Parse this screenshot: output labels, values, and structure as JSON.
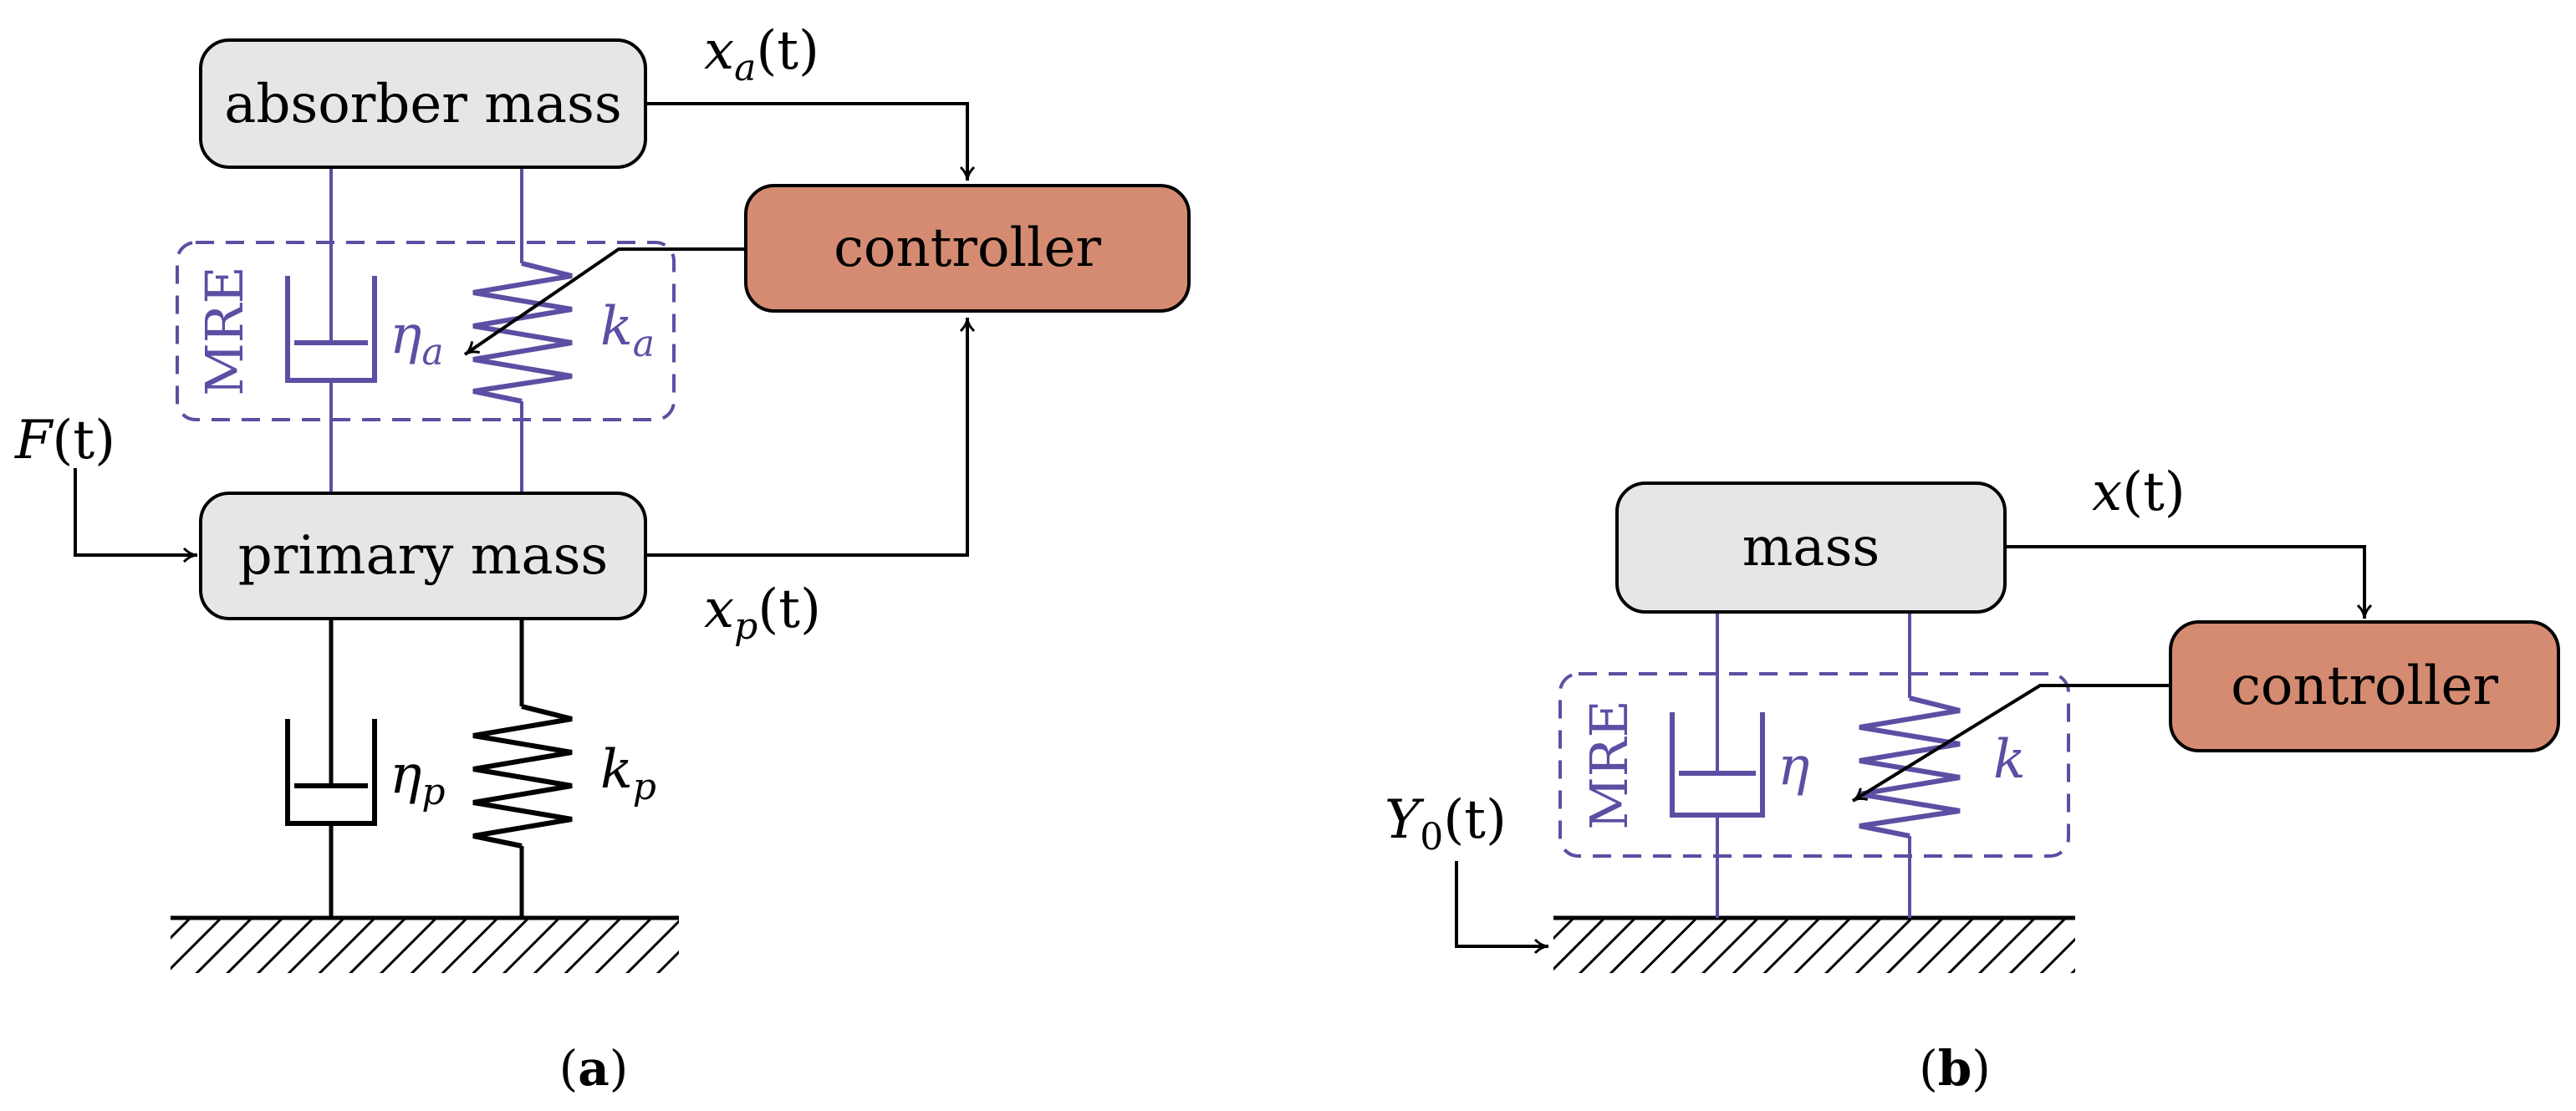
{
  "colors": {
    "mass_fill": "#e6e6e6",
    "controller_fill": "#d48b71",
    "mre": "#5b4fa3",
    "black": "#000000"
  },
  "panel_a": {
    "absorber_mass": "absorber mass",
    "primary_mass": "primary mass",
    "controller": "controller",
    "mre": "MRE",
    "xa": {
      "base": "x",
      "sub": "a",
      "arg": "(t)"
    },
    "xp": {
      "base": "x",
      "sub": "p",
      "arg": "(t)"
    },
    "force": {
      "base": "F",
      "arg": "(t)"
    },
    "eta_a": {
      "base": "η",
      "sub": "a"
    },
    "k_a": {
      "base": "k",
      "sub": "a"
    },
    "eta_p": {
      "base": "η",
      "sub": "p"
    },
    "k_p": {
      "base": "k",
      "sub": "p"
    },
    "caption": {
      "open": "(",
      "letter": "a",
      "close": ")"
    }
  },
  "panel_b": {
    "mass": "mass",
    "controller": "controller",
    "mre": "MRE",
    "x": {
      "base": "x",
      "arg": "(t)"
    },
    "y0": {
      "base": "Y",
      "sub": "0",
      "arg": "(t)"
    },
    "eta": "η",
    "k": "k",
    "caption": {
      "open": "(",
      "letter": "b",
      "close": ")"
    }
  }
}
